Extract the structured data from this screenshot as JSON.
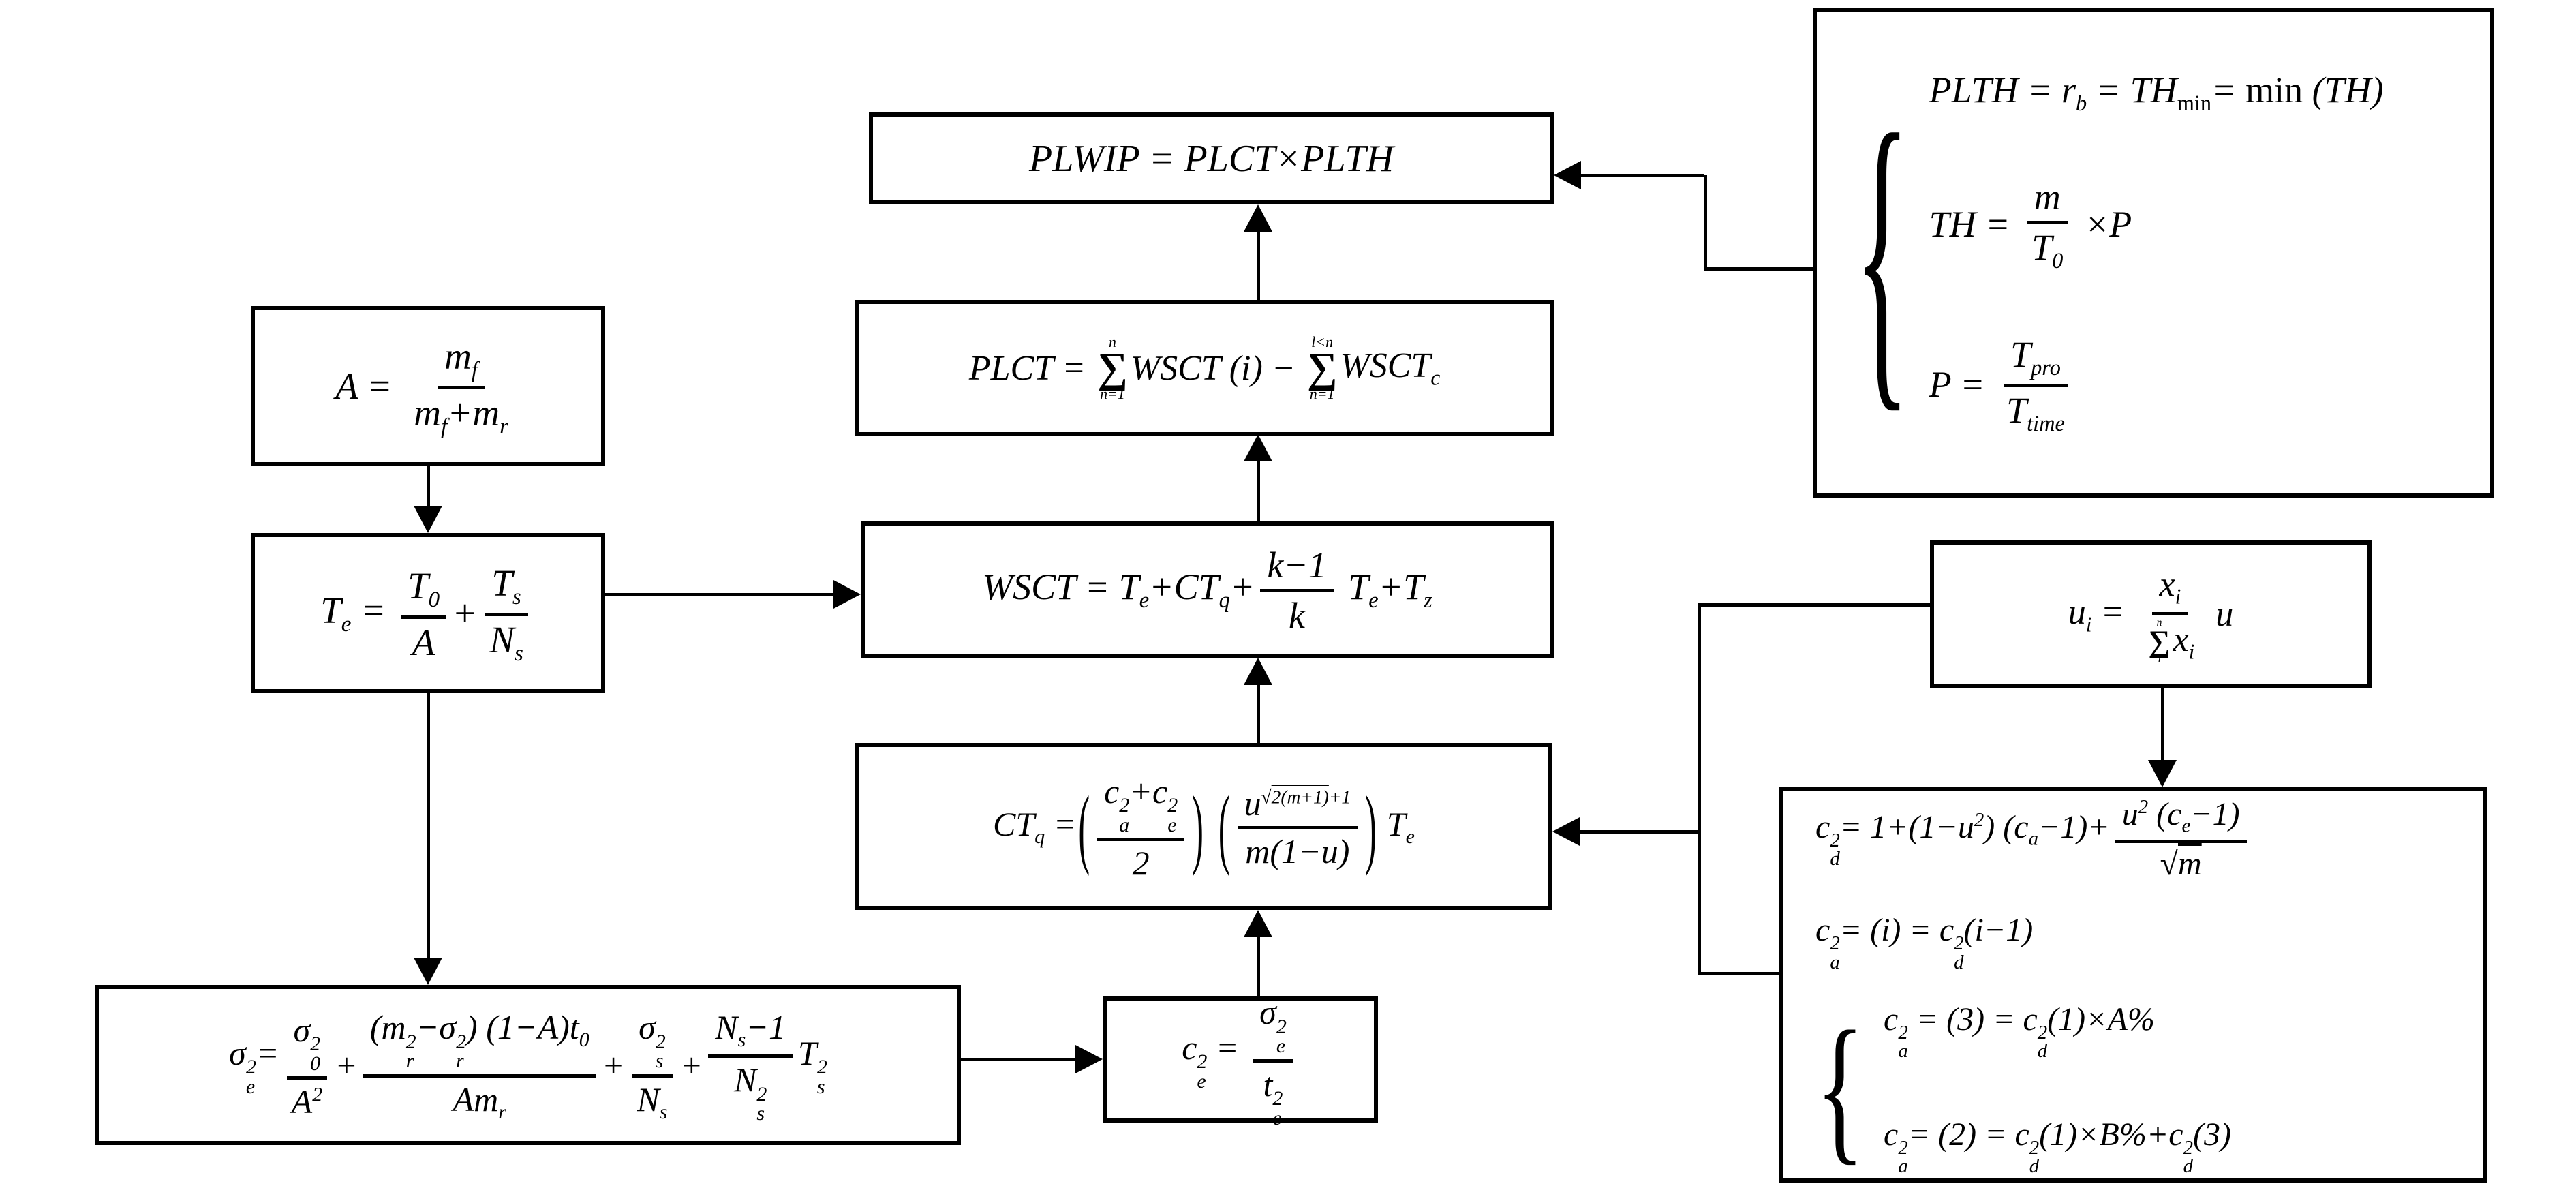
{
  "meta": {
    "type": "formula-flowchart",
    "background_color": "#ffffff",
    "line_color": "#000000",
    "brace_char": "{",
    "sum_symbol": "∑"
  },
  "boxes": {
    "plwip": {
      "label": "PLWIP formula",
      "lines": [
        [
          "PLWIP = PLCT×PLTH"
        ]
      ]
    },
    "plct": {
      "label": "PLCT formula",
      "lines": [
        [
          "PLCT = ",
          {
            "sum": {
              "t": "n",
              "b": "n=1"
            }
          },
          "WSCT (i) − ",
          {
            "sum": {
              "t": "l<n",
              "b": "n=1"
            }
          },
          {
            "b": "WSCT",
            "u": "c"
          }
        ]
      ]
    },
    "wsct": {
      "label": "WSCT formula",
      "lines": [
        [
          "WSCT = ",
          {
            "b": "T",
            "u": "e"
          },
          "+",
          {
            "b": "CT",
            "u": "q"
          },
          "+",
          {
            "f": {
              "n": [
                "k−1"
              ],
              "d": [
                "k"
              ]
            }
          },
          " ",
          {
            "b": "T",
            "u": "e"
          },
          "+",
          {
            "b": "T",
            "u": "z"
          }
        ]
      ]
    },
    "ctq": {
      "label": "CTq formula",
      "lines": [
        [
          {
            "b": "CT",
            "u": "q"
          },
          " =",
          {
            "p": "(",
            "k": 2.6
          },
          {
            "f": {
              "n": [
                {
                  "b": "c",
                  "s": "2",
                  "u": "a"
                },
                "+",
                {
                  "b": "c",
                  "s": "2",
                  "u": "e"
                }
              ],
              "d": [
                "2"
              ]
            }
          },
          {
            "p": ")",
            "k": 2.6
          },
          {
            "sp": 16
          },
          {
            "p": "(",
            "k": 2.6
          },
          {
            "f": {
              "n": [
                "u",
                {
                  "st": [
                    "√",
                    {
                      "o": "2(m+1)"
                    },
                    "+1"
                  ]
                }
              ],
              "d": [
                "m(1−u)"
              ]
            }
          },
          {
            "p": ")",
            "k": 2.6
          },
          {
            "sp": 12
          },
          {
            "b": "T",
            "u": "e"
          }
        ]
      ]
    },
    "a": {
      "label": "A formula",
      "lines": [
        [
          "A = ",
          {
            "f": {
              "n": [
                {
                  "b": "m",
                  "u": "f"
                }
              ],
              "d": [
                {
                  "b": "m",
                  "u": "f"
                },
                "+",
                {
                  "b": "m",
                  "u": "r"
                }
              ]
            }
          }
        ]
      ]
    },
    "te": {
      "label": "Te formula",
      "lines": [
        [
          {
            "b": "T",
            "u": "e"
          },
          " = ",
          {
            "f": {
              "n": [
                {
                  "b": "T",
                  "u": "0"
                }
              ],
              "d": [
                "A"
              ]
            }
          },
          "+",
          {
            "f": {
              "n": [
                {
                  "b": "T",
                  "u": "s"
                }
              ],
              "d": [
                {
                  "b": "N",
                  "u": "s"
                }
              ]
            }
          }
        ]
      ]
    },
    "sigma": {
      "label": "sigma-e2 formula",
      "lines": [
        [
          {
            "b": "σ",
            "s": "2",
            "u": "e"
          },
          "=",
          {
            "f": {
              "n": [
                {
                  "b": "σ",
                  "s": "2",
                  "u": "0"
                }
              ],
              "d": [
                {
                  "b": "A",
                  "s": "2"
                }
              ]
            }
          },
          "+",
          {
            "f": {
              "n": [
                "(",
                {
                  "b": "m",
                  "s": "2",
                  "u": "r"
                },
                "−",
                {
                  "b": "σ",
                  "s": "2",
                  "u": "r"
                },
                ") (1−A)",
                {
                  "b": "t",
                  "u": "0"
                }
              ],
              "d": [
                "A",
                {
                  "b": "m",
                  "u": "r"
                }
              ]
            }
          },
          "+",
          {
            "f": {
              "n": [
                {
                  "b": "σ",
                  "s": "2",
                  "u": "s"
                }
              ],
              "d": [
                {
                  "b": "N",
                  "u": "s"
                }
              ]
            }
          },
          "+",
          {
            "f": {
              "n": [
                {
                  "b": "N",
                  "u": "s"
                },
                "−1"
              ],
              "d": [
                {
                  "b": "N",
                  "s": "2",
                  "u": "s"
                }
              ]
            }
          },
          {
            "b": "T",
            "s": "2",
            "u": "s"
          }
        ]
      ]
    },
    "ce": {
      "label": "ce2 formula",
      "lines": [
        [
          {
            "b": "c",
            "s": "2",
            "u": "e"
          },
          " = ",
          {
            "f": {
              "n": [
                {
                  "b": "σ",
                  "s": "2",
                  "u": "e"
                }
              ],
              "d": [
                {
                  "b": "t",
                  "s": "2",
                  "u": "e"
                }
              ]
            }
          }
        ]
      ]
    },
    "ui": {
      "label": "ui formula",
      "lines": [
        [
          {
            "b": "u",
            "u": "i"
          },
          " = ",
          {
            "f": {
              "n": [
                {
                  "b": "x",
                  "u": "i"
                }
              ],
              "d": [
                {
                  "sum": {
                    "t": "n",
                    "b": "1",
                    "k": 72
                  }
                },
                {
                  "b": "x",
                  "u": "i"
                }
              ]
            }
          },
          " u"
        ]
      ]
    },
    "cd": {
      "label": "cd2 system",
      "lines": [
        [
          {
            "b": "c",
            "s": "2",
            "u": "d"
          },
          "= 1+(1−",
          {
            "b": "u",
            "s": "2"
          },
          ") (",
          {
            "b": "c",
            "u": "a"
          },
          "−1)+",
          {
            "f": {
              "n": [
                {
                  "b": "u",
                  "s": "2"
                },
                " (",
                {
                  "b": "c",
                  "u": "e"
                },
                "−1)"
              ],
              "d": [
                "√",
                {
                  "o": "m"
                }
              ]
            }
          }
        ],
        [
          {
            "b": "c",
            "s": "2",
            "u": "a"
          },
          "= (i) = ",
          {
            "b": "c",
            "s": "2",
            "u": "d"
          },
          "(i−1)"
        ],
        [
          {
            "g": {
              "fs": 150,
              "k": 1.6,
              "gap": 80,
              "lines": [
                [
                  {
                    "b": "c",
                    "s": "2",
                    "u": "a"
                  },
                  " = (3) = ",
                  {
                    "b": "c",
                    "s": "2",
                    "u": "d"
                  },
                  "(1)×A%"
                ],
                [
                  {
                    "b": "c",
                    "s": "2",
                    "u": "a"
                  },
                  "= (2) = ",
                  {
                    "b": "c",
                    "s": "2",
                    "u": "d"
                  },
                  "(1)×B%+",
                  {
                    "b": "c",
                    "s": "2",
                    "u": "d"
                  },
                  "(3)"
                ]
              ]
            }
          }
        ]
      ]
    },
    "plth": {
      "label": "PLTH system",
      "lines": [
        [
          {
            "g": {
              "fs": 170,
              "k": 2.9,
              "gap": 85,
              "lines": [
                [
                  "PLTH = ",
                  {
                    "b": "r",
                    "u": "b"
                  },
                  " = ",
                  {
                    "b": "TH",
                    "uu": "min"
                  },
                  "= ",
                  {
                    "up": "min"
                  },
                  " (TH)"
                ],
                [
                  "TH = ",
                  {
                    "f": {
                      "n": [
                        "m"
                      ],
                      "d": [
                        {
                          "b": "T",
                          "u": "0"
                        }
                      ]
                    }
                  },
                  " ×P"
                ],
                [
                  "P = ",
                  {
                    "f": {
                      "n": [
                        {
                          "b": "T",
                          "u": "pro"
                        }
                      ],
                      "d": [
                        {
                          "b": "T",
                          "u": "time"
                        }
                      ]
                    }
                  }
                ]
              ]
            }
          }
        ]
      ]
    }
  }
}
